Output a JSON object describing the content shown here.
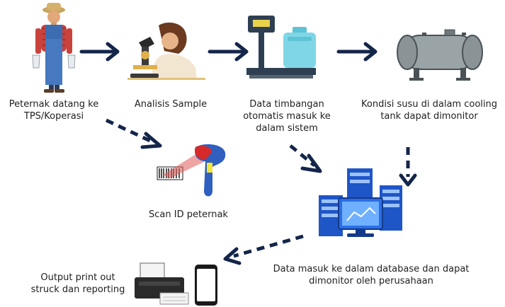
{
  "steps": {
    "farmer": "Peternak datang ke TPS/Koperasi",
    "analysis": "Analisis Sample",
    "weighing": "Data timbangan otomatis masuk ke dalam sistem",
    "cooling": "Kondisi susu di dalam cooling tank dapat dimonitor",
    "scan": "Scan ID peternak",
    "database": "Data masuk ke dalam database dan dapat dimonitor oleh perusahaan",
    "output": "Output print out struck dan reporting"
  },
  "colors": {
    "arrow": "#14254a",
    "accent_blue": "#3a6fd8",
    "tank": "#9aa3a6",
    "scale_fill": "#7fd6e6"
  }
}
